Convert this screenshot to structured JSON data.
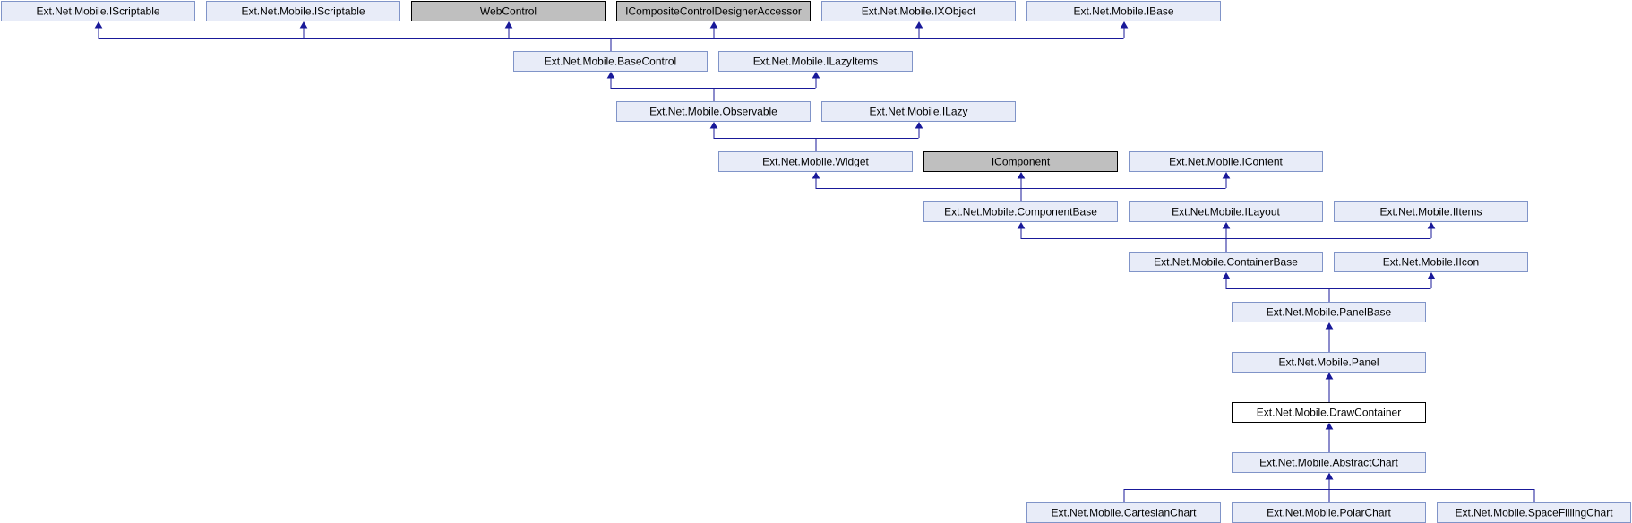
{
  "colors": {
    "interface_fill": "#e8ecf8",
    "interface_border": "#8094c8",
    "external_fill": "#bfbfbf",
    "external_border": "#000000",
    "current_fill": "#ffffff",
    "current_border": "#000000",
    "edge": "#191999"
  },
  "nodes": [
    {
      "id": "iscriptable1",
      "label": "Ext.Net.Mobile.IScriptable",
      "kind": "interface"
    },
    {
      "id": "iscriptable2",
      "label": "Ext.Net.Mobile.IScriptable",
      "kind": "interface"
    },
    {
      "id": "webcontrol",
      "label": "WebControl",
      "kind": "external"
    },
    {
      "id": "icompositecontroldesigneraccessor",
      "label": "ICompositeControlDesignerAccessor",
      "kind": "external"
    },
    {
      "id": "ixobject",
      "label": "Ext.Net.Mobile.IXObject",
      "kind": "interface"
    },
    {
      "id": "ibase",
      "label": "Ext.Net.Mobile.IBase",
      "kind": "interface"
    },
    {
      "id": "basecontrol",
      "label": "Ext.Net.Mobile.BaseControl",
      "kind": "interface"
    },
    {
      "id": "ilazyitems",
      "label": "Ext.Net.Mobile.ILazyItems",
      "kind": "interface"
    },
    {
      "id": "observable",
      "label": "Ext.Net.Mobile.Observable",
      "kind": "interface"
    },
    {
      "id": "ilazy",
      "label": "Ext.Net.Mobile.ILazy",
      "kind": "interface"
    },
    {
      "id": "widget",
      "label": "Ext.Net.Mobile.Widget",
      "kind": "interface"
    },
    {
      "id": "icomponent",
      "label": "IComponent",
      "kind": "external"
    },
    {
      "id": "icontent",
      "label": "Ext.Net.Mobile.IContent",
      "kind": "interface"
    },
    {
      "id": "componentbase",
      "label": "Ext.Net.Mobile.ComponentBase",
      "kind": "interface"
    },
    {
      "id": "ilayout",
      "label": "Ext.Net.Mobile.ILayout",
      "kind": "interface"
    },
    {
      "id": "iitems",
      "label": "Ext.Net.Mobile.IItems",
      "kind": "interface"
    },
    {
      "id": "containerbase",
      "label": "Ext.Net.Mobile.ContainerBase",
      "kind": "interface"
    },
    {
      "id": "iicon",
      "label": "Ext.Net.Mobile.IIcon",
      "kind": "interface"
    },
    {
      "id": "panelbase",
      "label": "Ext.Net.Mobile.PanelBase",
      "kind": "interface"
    },
    {
      "id": "panel",
      "label": "Ext.Net.Mobile.Panel",
      "kind": "interface"
    },
    {
      "id": "drawcontainer",
      "label": "Ext.Net.Mobile.DrawContainer",
      "kind": "current"
    },
    {
      "id": "abstractchart",
      "label": "Ext.Net.Mobile.AbstractChart",
      "kind": "interface"
    },
    {
      "id": "cartesianchart",
      "label": "Ext.Net.Mobile.CartesianChart",
      "kind": "interface"
    },
    {
      "id": "polarchart",
      "label": "Ext.Net.Mobile.PolarChart",
      "kind": "interface"
    },
    {
      "id": "spacefillingchart",
      "label": "Ext.Net.Mobile.SpaceFillingChart",
      "kind": "interface"
    }
  ],
  "edges": [
    {
      "from": "basecontrol",
      "to": [
        "iscriptable1",
        "iscriptable2",
        "webcontrol",
        "icompositecontroldesigneraccessor",
        "ixobject",
        "ibase"
      ]
    },
    {
      "from": "observable",
      "to": [
        "basecontrol",
        "ilazyitems"
      ]
    },
    {
      "from": "widget",
      "to": [
        "observable",
        "ilazy"
      ]
    },
    {
      "from": "componentbase",
      "to": [
        "widget",
        "icomponent",
        "icontent"
      ]
    },
    {
      "from": "containerbase",
      "to": [
        "componentbase",
        "ilayout",
        "iitems"
      ]
    },
    {
      "from": "panelbase",
      "to": [
        "containerbase",
        "iicon"
      ]
    },
    {
      "from": "panel",
      "to": [
        "panelbase"
      ]
    },
    {
      "from": "drawcontainer",
      "to": [
        "panel"
      ]
    },
    {
      "from": "abstractchart",
      "to": [
        "drawcontainer"
      ]
    },
    {
      "from": "cartesianchart",
      "to": [
        "abstractchart"
      ]
    },
    {
      "from": "polarchart",
      "to": [
        "abstractchart"
      ]
    },
    {
      "from": "spacefillingchart",
      "to": [
        "abstractchart"
      ]
    }
  ]
}
